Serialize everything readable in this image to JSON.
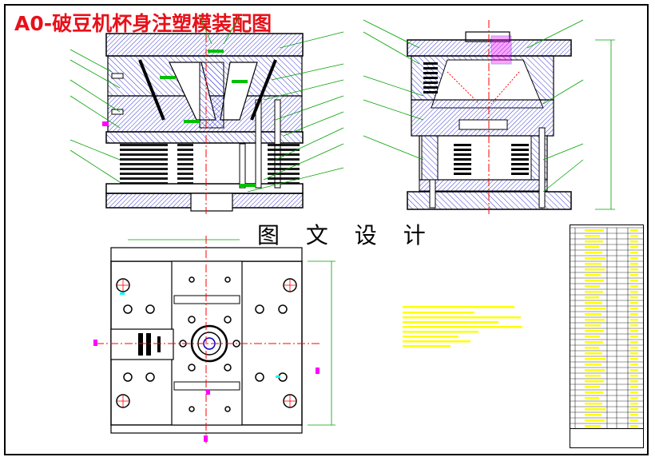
{
  "drawing": {
    "title": "A0-破豆机杯身注塑模装配图",
    "watermark": "图 文 设 计"
  },
  "colors": {
    "title_red": "#e8101a",
    "outline": "#000000",
    "hatch": "#0000cc",
    "centerline": "#ff0000",
    "dimension": "#00a000",
    "annotation_yellow": "#ffff00",
    "part_magenta": "#ff00ff",
    "part_cyan": "#00ffff"
  },
  "views": [
    "front-section-view",
    "side-section-view",
    "top-plan-view",
    "technical-requirements-block",
    "bill-of-materials-table",
    "title-block"
  ]
}
